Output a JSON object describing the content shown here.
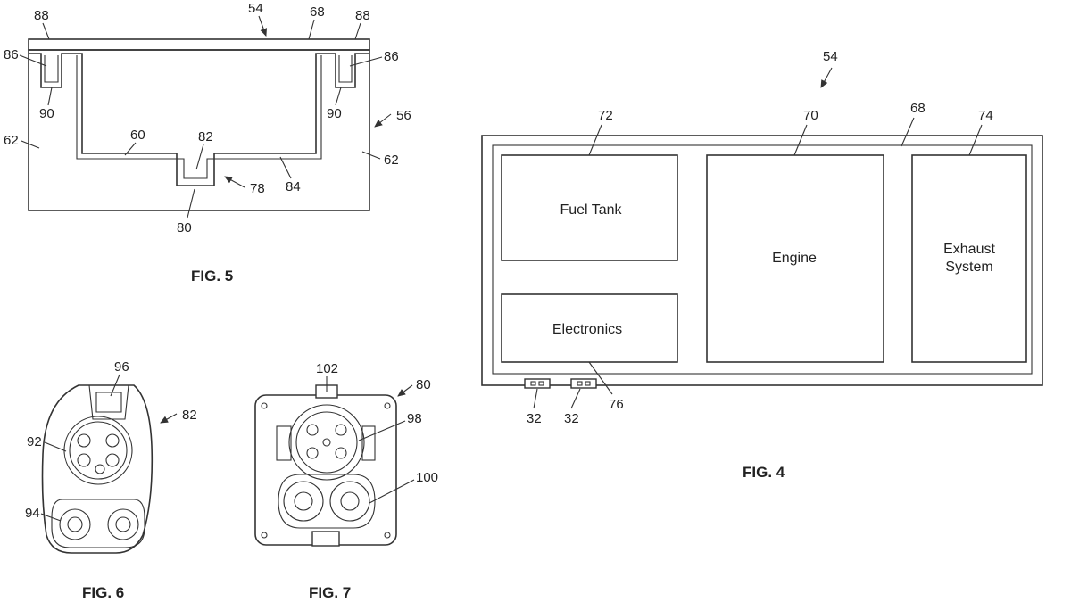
{
  "fig5": {
    "caption": "FIG. 5",
    "refs": {
      "r54": "54",
      "r68": "68",
      "r88_left": "88",
      "r88_right": "88",
      "r86_left": "86",
      "r86_right": "86",
      "r90_left": "90",
      "r90_right": "90",
      "r56": "56",
      "r62_left": "62",
      "r62_right": "62",
      "r60": "60",
      "r82": "82",
      "r84": "84",
      "r78": "78",
      "r80": "80"
    }
  },
  "fig4": {
    "caption": "FIG. 4",
    "boxes": {
      "fuel_tank": "Fuel Tank",
      "engine": "Engine",
      "exhaust_line1": "Exhaust",
      "exhaust_line2": "System",
      "electronics": "Electronics"
    },
    "refs": {
      "r54": "54",
      "r72": "72",
      "r70": "70",
      "r68": "68",
      "r74": "74",
      "r76": "76",
      "r32_left": "32",
      "r32_right": "32"
    }
  },
  "fig6": {
    "caption": "FIG. 6",
    "refs": {
      "r96": "96",
      "r82": "82",
      "r92": "92",
      "r94": "94"
    }
  },
  "fig7": {
    "caption": "FIG. 7",
    "refs": {
      "r102": "102",
      "r80": "80",
      "r98": "98",
      "r100": "100"
    }
  }
}
